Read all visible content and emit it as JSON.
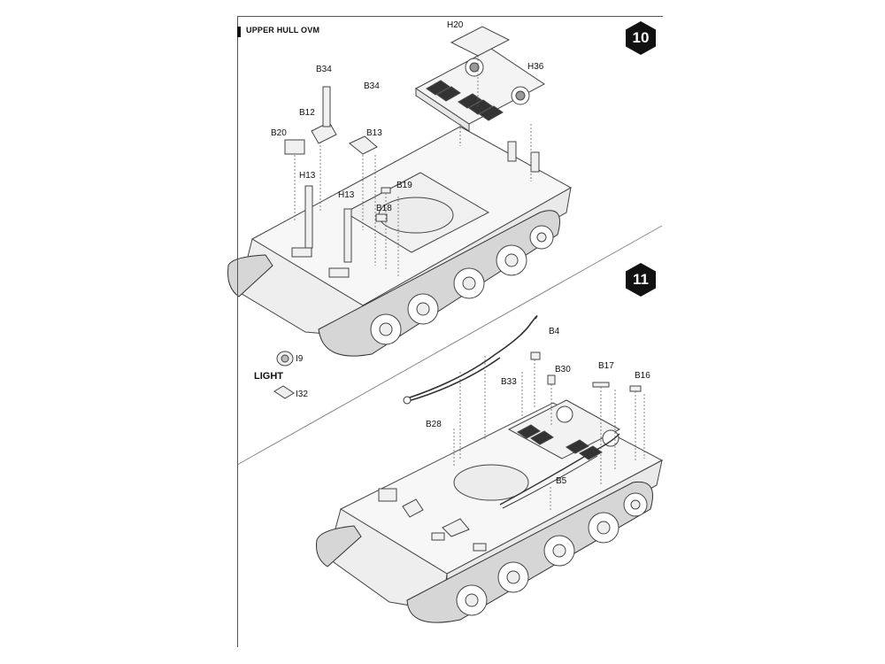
{
  "header": {
    "title": "UPPER HULL OVM"
  },
  "steps": [
    {
      "number": "10"
    },
    {
      "number": "11"
    }
  ],
  "step10_labels": {
    "h20": "H20",
    "h36": "H36",
    "b34_a": "B34",
    "b34_b": "B34",
    "b12": "B12",
    "b13": "B13",
    "b20": "B20",
    "h13_a": "H13",
    "h13_b": "H13",
    "b19": "B19",
    "b18": "B18"
  },
  "step11_labels": {
    "b4": "B4",
    "b30": "B30",
    "b17": "B17",
    "b16": "B16",
    "b33": "B33",
    "b28": "B28",
    "b5": "B5"
  },
  "light_detail": {
    "title": "LIGHT",
    "i9": "I9",
    "i32": "I32"
  },
  "colors": {
    "ink": "#111111",
    "line": "#444444",
    "hull": "#f4f4f4",
    "grille": "#333333"
  }
}
